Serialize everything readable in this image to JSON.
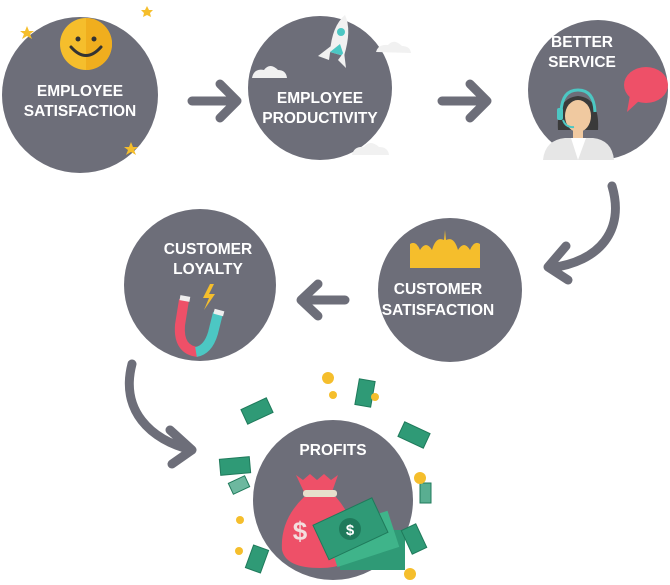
{
  "nodes": [
    {
      "id": "employee-satisfaction",
      "line1": "EMPLOYEE",
      "line2": "SATISFACTION",
      "icon": "smiley-icon"
    },
    {
      "id": "employee-productivity",
      "line1": "EMPLOYEE",
      "line2": "PRODUCTIVITY",
      "icon": "rocket-icon"
    },
    {
      "id": "better-service",
      "line1": "BETTER",
      "line2": "SERVICE",
      "icon": "support-agent-icon"
    },
    {
      "id": "customer-satisfaction",
      "line1": "CUSTOMER",
      "line2": "SATISFACTION",
      "icon": "crown-icon"
    },
    {
      "id": "customer-loyalty",
      "line1": "CUSTOMER",
      "line2": "LOYALTY",
      "icon": "magnet-icon"
    },
    {
      "id": "profits",
      "line1": "PROFITS",
      "icon": "money-bag-icon"
    }
  ],
  "colors": {
    "circle": "#6d6e79",
    "yellow": "#f5be2c",
    "teal": "#4cc7c3",
    "red": "#ee5068",
    "green": "#2f9a76"
  }
}
